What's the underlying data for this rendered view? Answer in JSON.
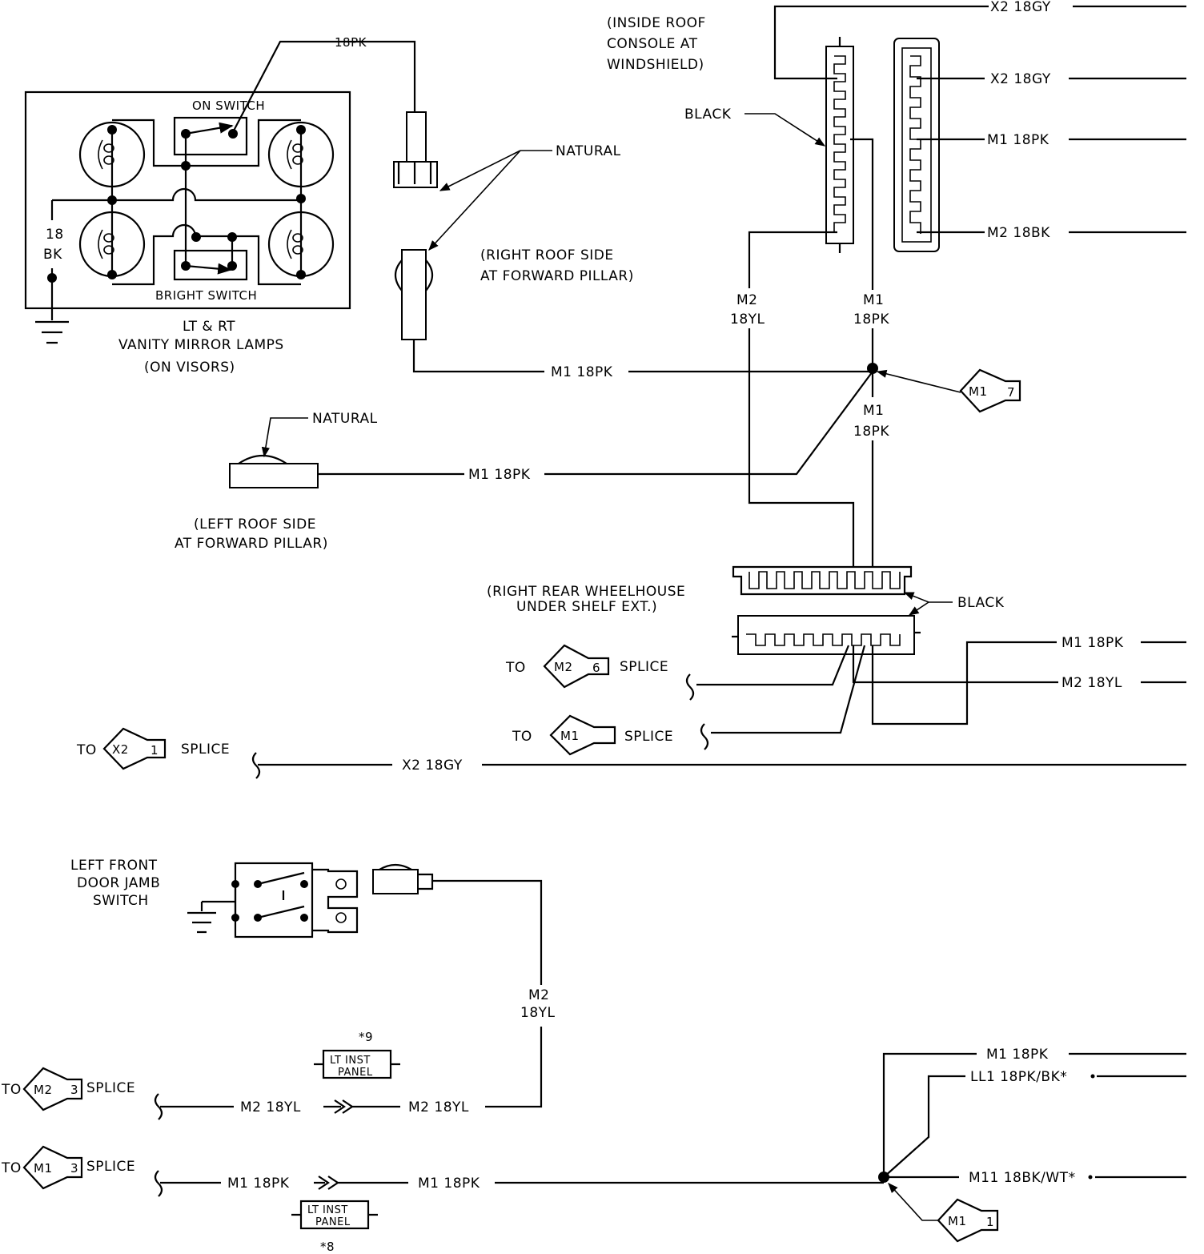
{
  "colors": {
    "ink": "#000000",
    "paper": "#ffffff"
  },
  "vanity": {
    "on_switch": "ON SWITCH",
    "bright_switch": "BRIGHT SWITCH",
    "ground_wire_gauge": "18",
    "ground_wire_color": "BK",
    "title_line1": "LT & RT",
    "title_line2": "VANITY MIRROR LAMPS",
    "title_line3": "(ON  VISORS)",
    "feed_wire": "18PK"
  },
  "right_roof": {
    "natural_label": "NATURAL",
    "loc_line1": "(RIGHT ROOF SIDE",
    "loc_line2": "AT FORWARD PILLAR)",
    "wire": "M1  18PK"
  },
  "left_roof": {
    "natural_label": "NATURAL",
    "loc_line1": "(LEFT ROOF SIDE",
    "loc_line2": "AT FORWARD PILLAR)",
    "wire": "M1  18PK"
  },
  "roof_console": {
    "loc_line1": "(INSIDE ROOF",
    "loc_line2": "CONSOLE AT",
    "loc_line3": "WINDSHIELD)",
    "black_label": "BLACK",
    "wire_top": "X2  18GY",
    "wire_x2": "X2  18GY",
    "wire_m1": "M1  18PK",
    "wire_m2": "M2  18BK",
    "drop_m2_name": "M2",
    "drop_m2_gauge": "18YL",
    "drop_m1_name": "M1",
    "drop_m1_gauge": "18PK",
    "below_m1_name": "M1",
    "below_m1_gauge": "18PK"
  },
  "splice_m1_7": {
    "code": "M1",
    "num": "7"
  },
  "wheelhouse": {
    "loc_line1": "(RIGHT REAR WHEELHOUSE",
    "loc_line2": "UNDER SHELF EXT.)",
    "black_label": "BLACK",
    "wire_m1": "M1  18PK",
    "wire_m2": "M2  18YL"
  },
  "to_m2_6": {
    "to": "TO",
    "code": "M2",
    "num": "6",
    "splice": "SPLICE"
  },
  "to_m1": {
    "to": "TO",
    "code": "M1",
    "splice": "SPLICE"
  },
  "to_x2_1": {
    "to": "TO",
    "code": "X2",
    "num": "1",
    "splice": "SPLICE",
    "wire": "X2  18GY"
  },
  "door_jamb": {
    "line1": "LEFT FRONT",
    "line2": "DOOR JAMB",
    "line3": "SWITCH",
    "wire_name": "M2",
    "wire_gauge": "18YL"
  },
  "inst_panel_9": {
    "note": "*9",
    "line1": "LT INST",
    "line2": "PANEL"
  },
  "inst_panel_8": {
    "note": "*8",
    "line1": "LT INST",
    "line2": "PANEL"
  },
  "to_m2_3": {
    "to": "TO",
    "code": "M2",
    "num": "3",
    "splice": "SPLICE",
    "wire_left": "M2  18YL",
    "wire_right": "M2  18YL"
  },
  "to_m1_3": {
    "to": "TO",
    "code": "M1",
    "num": "3",
    "splice": "SPLICE",
    "wire_left": "M1  18PK",
    "wire_right": "M1  18PK"
  },
  "bottom_right": {
    "wire_m1": "M1  18PK",
    "wire_ll1": "LL1  18PK/BK*",
    "wire_m11": "M11  18BK/WT*"
  },
  "splice_m1_1": {
    "code": "M1",
    "num": "1"
  }
}
